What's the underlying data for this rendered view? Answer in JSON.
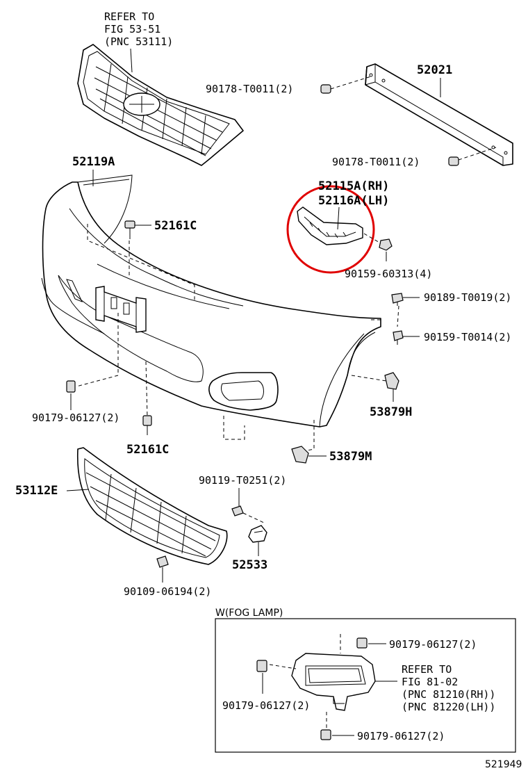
{
  "top_grille_ref": {
    "line1": "REFER TO",
    "line2": "FIG 53-51",
    "line3": "(PNC 53111)"
  },
  "labels": {
    "p52021": "52021",
    "p90178_a": "90178-T0011(2)",
    "p90178_b": "90178-T0011(2)",
    "p52119A": "52119A",
    "p52161C_a": "52161C",
    "p52115A": "52115A(RH)",
    "p52116A": "52116A(LH)",
    "p90159_60313": "90159-60313(4)",
    "p90189": "90189-T0019(2)",
    "p90159_T0014": "90159-T0014(2)",
    "p90179_left": "90179-06127(2)",
    "p53879H": "53879H",
    "p52161C_b": "52161C",
    "p53879M": "53879M",
    "p53112E": "53112E",
    "p90119": "90119-T0251(2)",
    "p52533": "52533",
    "p90109": "90109-06194(2)"
  },
  "fog_lamp_box": {
    "title": "W(FOG LAMP)",
    "clip_top": "90179-06127(2)",
    "clip_left": "90179-06127(2)",
    "clip_bottom": "90179-06127(2)",
    "ref_line1": "REFER TO",
    "ref_line2": "FIG 81-02",
    "ref_line3": "(PNC 81210(RH))",
    "ref_line4": "(PNC 81220(LH))"
  },
  "figure_number": "521949",
  "highlight_color": "#e00000"
}
